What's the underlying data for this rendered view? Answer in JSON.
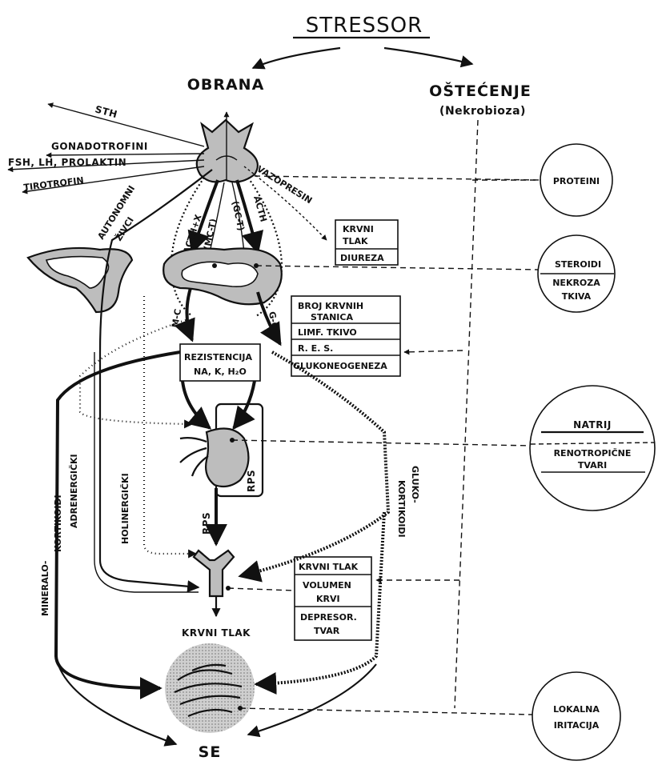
{
  "top": {
    "stressor": "STRESSOR",
    "obrana": "OBRANA",
    "ostecenje": "OŠTEĆENJE",
    "nekrobioza": "(Nekrobioza)"
  },
  "hypophysis_outputs": {
    "sth": "STH",
    "gonadotrofini": "GONADOTROFINI",
    "fsh_lh": "FSH, LH, PROLAKTIN",
    "tirotrofin": "TIROTROFIN",
    "vazopresin": "VAZOPRESIN"
  },
  "pathways": {
    "autonomni": "AUTONOMNI",
    "zivci": "ŽIVCI",
    "acth_x": "ACTH+X",
    "mc_t": "(MC-T)",
    "gc_t": "(GC-T)",
    "acth": "ACTH",
    "m_c": "M-C",
    "g_c": "G-C",
    "mineralo": "MINERALO-",
    "kortikoidi": "KORTIKOIDI",
    "adrenergicki": "ADRENERGIČKI",
    "holinergicki": "HOLINERGIČKI",
    "gluko": "GLUKO-",
    "gluko_kortikoidi": "KORTIKOIDI",
    "rps_vertical": "RPS",
    "rps_box": "RPS"
  },
  "boxes": {
    "krvni_tlak_box": [
      "KRVNI",
      "TLAK",
      "DIUREZA"
    ],
    "gc_effects": [
      "BROJ KRVNIH",
      "STANICA",
      "LIMF. TKIVO",
      "R. E. S.",
      "GLUKONEOGENEZA"
    ],
    "rezistencija": [
      "REZISTENCIJA",
      "NA, K, H₂O"
    ],
    "krvni_tlak_factors": [
      "KRVNI TLAK",
      "VOLUMEN",
      "KRVI",
      "DEPRESOR.",
      "TVAR"
    ]
  },
  "outputs": {
    "krvni_tlak": "KRVNI TLAK",
    "se": "SE"
  },
  "circles": {
    "proteini": "PROTEINI",
    "steroidi": "STEROIDI",
    "nekroza": "NEKROZA",
    "tkiva": "TKIVA",
    "natrij": "NATRIJ",
    "renotropicne": "RENOTROPIČNE",
    "tvari": "TVARI",
    "lokalna": "LOKALNA",
    "iritacija": "IRITACIJA"
  }
}
